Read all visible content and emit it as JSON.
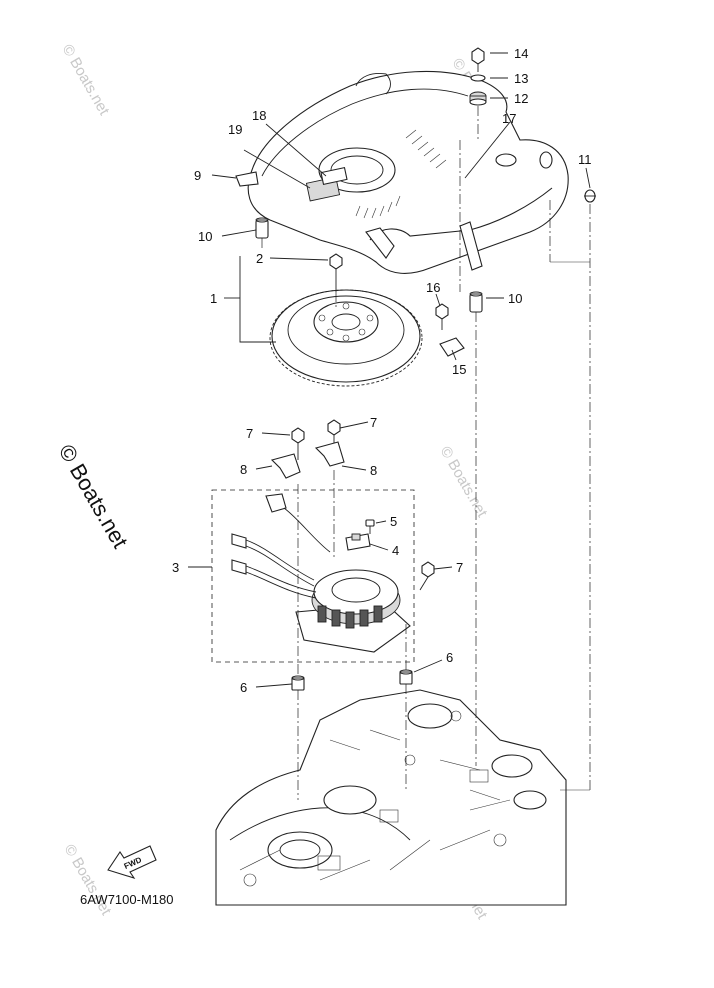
{
  "diagram_code": "6AW7100-M180",
  "watermark_main": "© Boats.net",
  "watermark_faint": "© Boats.net",
  "fwd_label": "FWD",
  "callouts": {
    "c1": "1",
    "c2": "2",
    "c3": "3",
    "c4": "4",
    "c5": "5",
    "c6a": "6",
    "c6b": "6",
    "c7a": "7",
    "c7b": "7",
    "c7c": "7",
    "c8a": "8",
    "c8b": "8",
    "c9": "9",
    "c10a": "10",
    "c10b": "10",
    "c11": "11",
    "c12": "12",
    "c13": "13",
    "c14": "14",
    "c15": "15",
    "c16": "16",
    "c17": "17",
    "c18": "18",
    "c19": "19"
  }
}
